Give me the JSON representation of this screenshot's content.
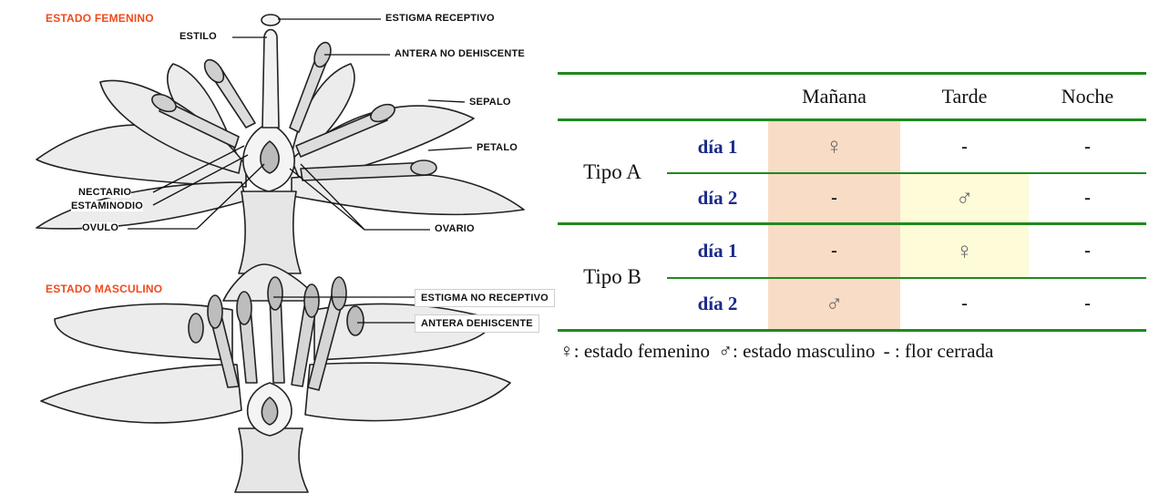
{
  "diagram": {
    "female_state": "ESTADO FEMENINO",
    "male_state": "ESTADO MASCULINO",
    "labels": {
      "estigma_receptivo": "ESTIGMA RECEPTIVO",
      "estilo": "ESTILO",
      "antera_no_dehiscente": "ANTERA NO DEHISCENTE",
      "sepalo": "SEPALO",
      "petalo": "PETALO",
      "nectario": "NECTARIO",
      "estaminodio": "ESTAMINODIO",
      "ovulo": "OVULO",
      "ovario": "OVARIO",
      "estigma_no_receptivo": "ESTIGMA NO RECEPTIVO",
      "antera_dehiscente": "ANTERA DEHISCENTE"
    }
  },
  "table": {
    "columns": [
      "Mañana",
      "Tarde",
      "Noche"
    ],
    "groups": [
      {
        "type": "Tipo A",
        "rows": [
          {
            "day": "día 1",
            "cells": [
              "♀",
              "-",
              "-"
            ]
          },
          {
            "day": "día 2",
            "cells": [
              "-",
              "♂",
              "-"
            ]
          }
        ]
      },
      {
        "type": "Tipo B",
        "rows": [
          {
            "day": "día 1",
            "cells": [
              "-",
              "♀",
              "-"
            ]
          },
          {
            "day": "día 2",
            "cells": [
              "♂",
              "-",
              "-"
            ]
          }
        ]
      }
    ],
    "colors": {
      "morning_shade": "#f9dcc6",
      "afternoon_shade": "#fdfbd8",
      "line": "#1e8a1e",
      "day_text": "#1b2a8a",
      "state_label": "#f04a1c"
    }
  },
  "legend": {
    "female": "♀: estado femenino",
    "male": "♂: estado masculino",
    "closed": "- : flor cerrada"
  }
}
